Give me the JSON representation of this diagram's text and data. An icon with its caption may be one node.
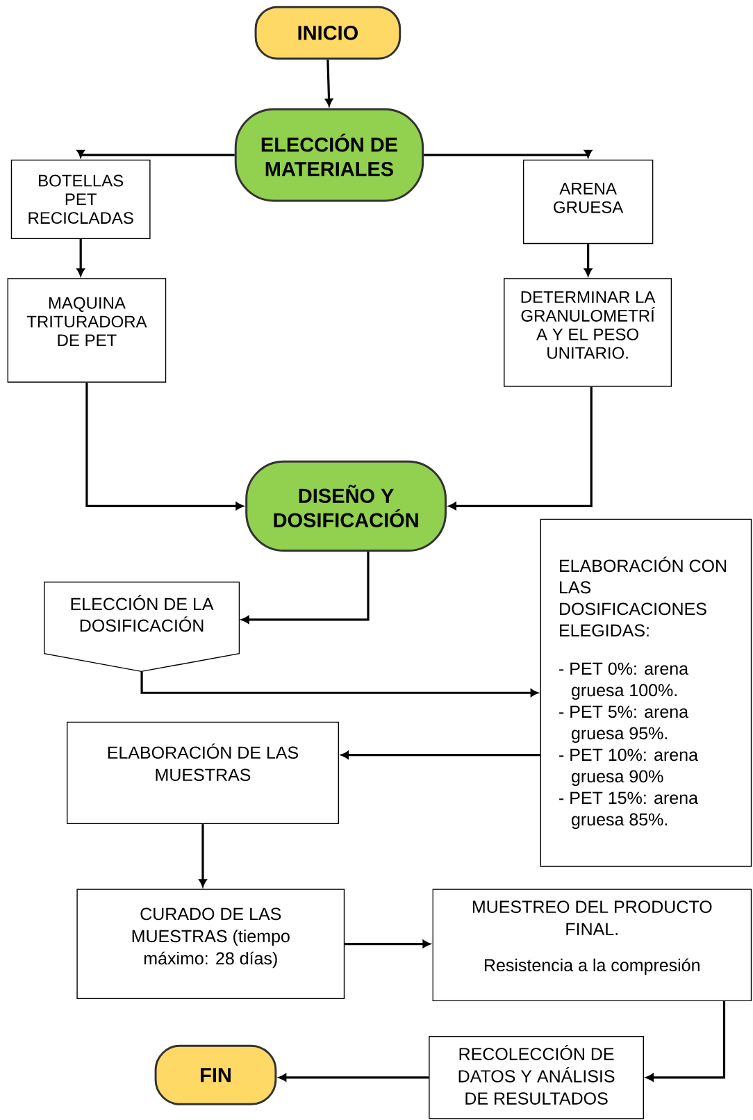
{
  "diagram": {
    "nodes": [
      {
        "text": [
          "INICIO"
        ]
      },
      {
        "text": [
          "ELECCIÓN DE MATERIALES"
        ]
      },
      {
        "text": [
          "BOTELLAS PET RECICLADAS"
        ]
      },
      {
        "text": [
          "ARENA GRUESA"
        ]
      },
      {
        "text": [
          "MAQUINA TRITURADORA DE PET"
        ]
      },
      {
        "text": [
          "DETERMINAR LA GRANULOMETRÍ A Y EL PESO UNITARIO."
        ]
      },
      {
        "text": [
          "DISEÑO Y DOSIFICACIÓN"
        ]
      },
      {
        "text": [
          "ELECCIÓN DE LA DOSIFICACIÓN"
        ]
      },
      {
        "text": [
          "ELABORACIÓN CON LAS DOSIFICACIONES ELEGIDAS:",
          "- PET 0%: arena gruesa 100%.",
          "- PET 5%: arena gruesa 95%.",
          "- PET 10%: arena gruesa 90%",
          "- PET 15%: arena gruesa 85%."
        ]
      },
      {
        "text": [
          "ELABORACIÓN DE LAS MUESTRAS"
        ]
      },
      {
        "text": [
          "CURADO DE LAS MUESTRAS (tiempo máximo: 28 días)"
        ]
      },
      {
        "text": [
          "MUESTREO DEL PRODUCTO FINAL.",
          "Resistencia a la compresión"
        ]
      },
      {
        "text": [
          "RECOLECCIÓN DE DATOS Y ANÁLISIS DE RESULTADOS"
        ]
      },
      {
        "text": [
          "FIN"
        ]
      }
    ],
    "edges": [
      {
        "from": 0,
        "to": 1,
        "arrow": "to"
      },
      {
        "from": 1,
        "to": 2,
        "arrow": "to"
      },
      {
        "from": 1,
        "to": 3,
        "arrow": "to"
      },
      {
        "from": 2,
        "to": 4,
        "arrow": "to"
      },
      {
        "from": 3,
        "to": 5,
        "arrow": "to"
      },
      {
        "from": 4,
        "to": 6,
        "arrow": "to"
      },
      {
        "from": 5,
        "to": 6,
        "arrow": "to"
      },
      {
        "from": 6,
        "to": 7,
        "arrow": "to"
      },
      {
        "from": 7,
        "to": 8,
        "arrow": "to"
      },
      {
        "from": 8,
        "to": 9,
        "arrow": "to"
      },
      {
        "from": 9,
        "to": 10,
        "arrow": "to"
      },
      {
        "from": 10,
        "to": 11,
        "arrow": "to"
      },
      {
        "from": 11,
        "to": 12,
        "arrow": "to"
      },
      {
        "from": 12,
        "to": 13,
        "arrow": "to"
      }
    ]
  }
}
